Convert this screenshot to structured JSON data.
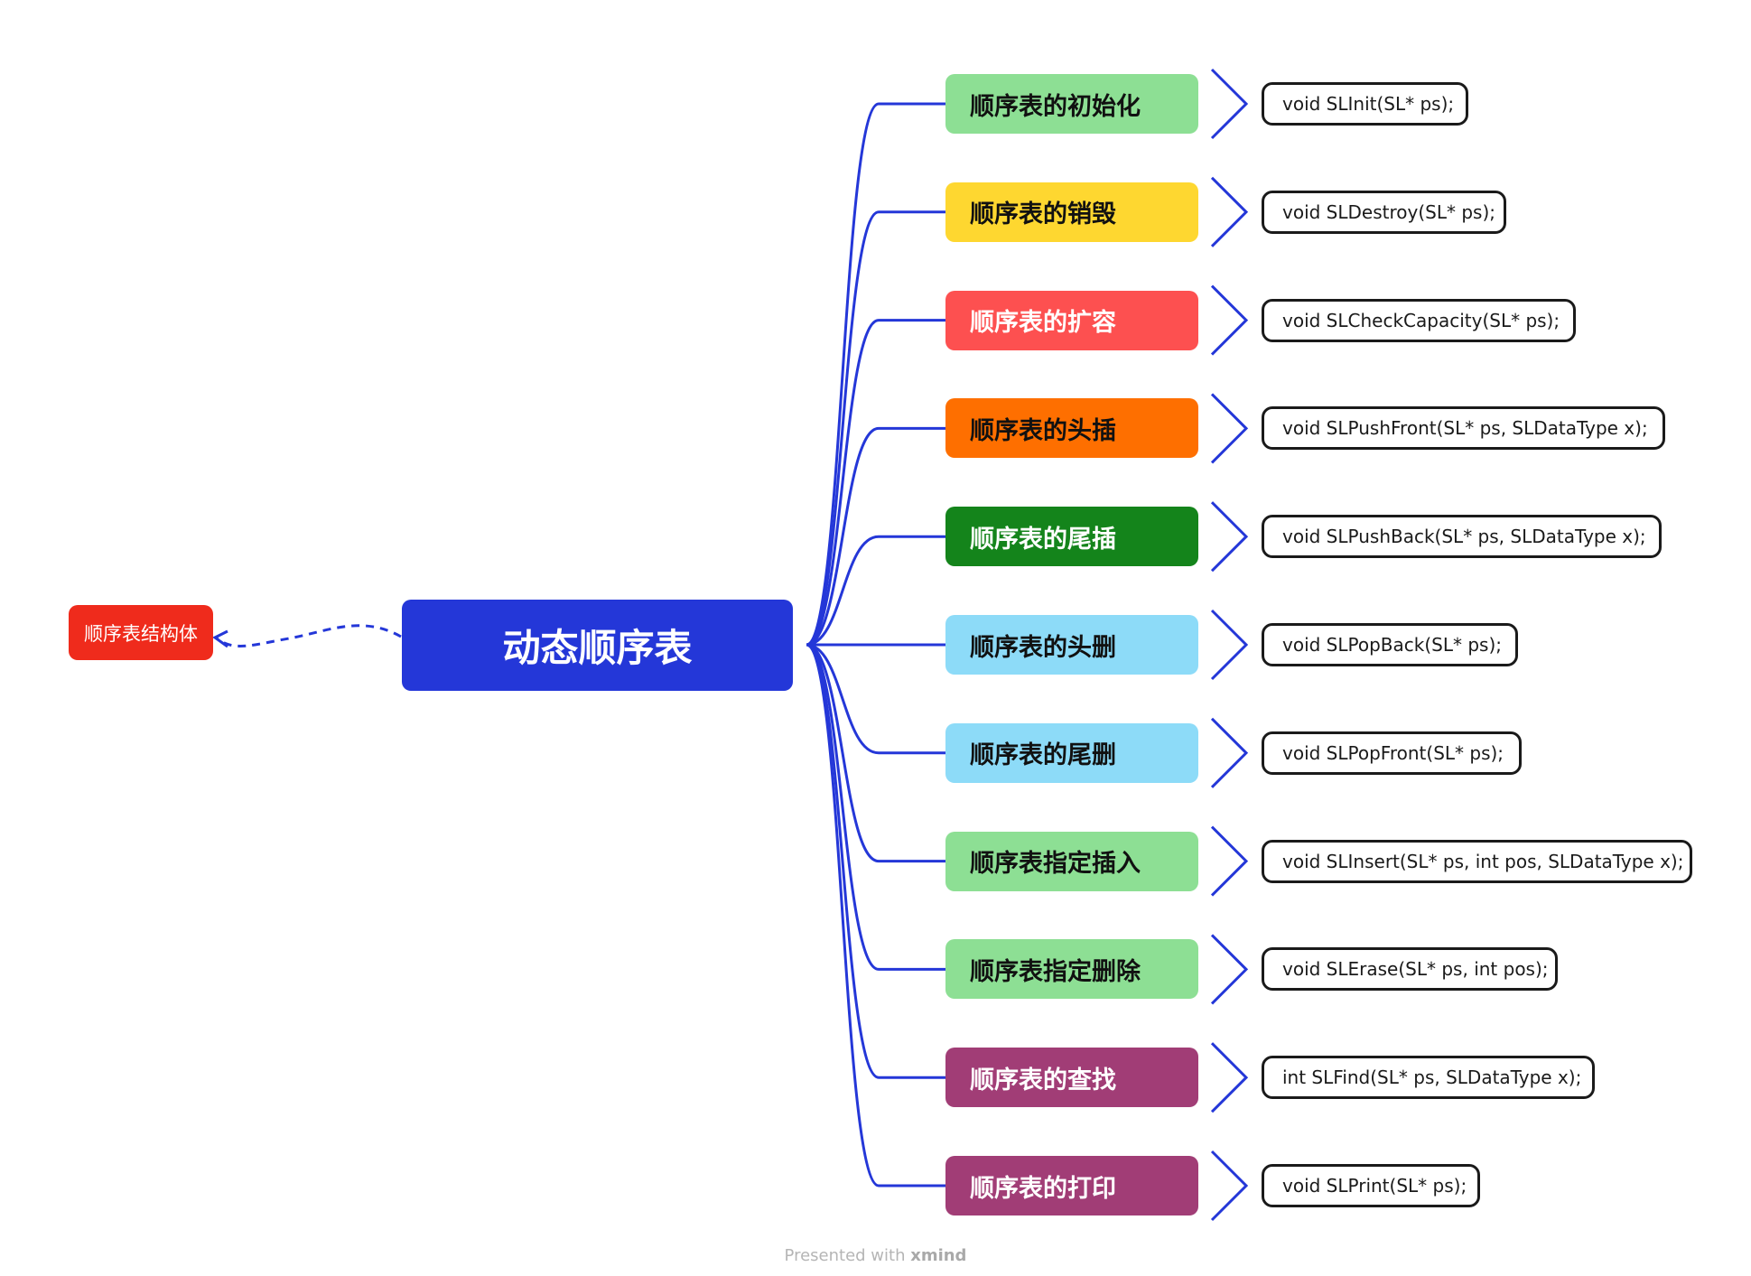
{
  "central": {
    "label": "动态顺序表",
    "color": "#2437d8"
  },
  "side_node": {
    "label": "顺序表结构体",
    "color": "#ef2b1c"
  },
  "connector_color": "#2437d8",
  "topics": [
    {
      "label": "顺序表的初始化",
      "color": "#8ddf94",
      "text_color": "#111111",
      "signature": "void SLInit(SL* ps);"
    },
    {
      "label": "顺序表的销毁",
      "color": "#fed730",
      "text_color": "#111111",
      "signature": "void SLDestroy(SL* ps);"
    },
    {
      "label": "顺序表的扩容",
      "color": "#fd5050",
      "text_color": "#ffffff",
      "signature": "void SLCheckCapacity(SL* ps);"
    },
    {
      "label": "顺序表的头插",
      "color": "#fe6f00",
      "text_color": "#111111",
      "signature": "void SLPushFront(SL* ps, SLDataType x);"
    },
    {
      "label": "顺序表的尾插",
      "color": "#14841b",
      "text_color": "#ffffff",
      "signature": "void SLPushBack(SL* ps, SLDataType x);"
    },
    {
      "label": "顺序表的头删",
      "color": "#8ddbf8",
      "text_color": "#111111",
      "signature": "void SLPopBack(SL* ps);"
    },
    {
      "label": "顺序表的尾删",
      "color": "#8ddbf8",
      "text_color": "#111111",
      "signature": "void SLPopFront(SL* ps);"
    },
    {
      "label": "顺序表指定插入",
      "color": "#8ddf94",
      "text_color": "#111111",
      "signature": "void SLInsert(SL* ps, int pos, SLDataType x);"
    },
    {
      "label": "顺序表指定删除",
      "color": "#8ddf94",
      "text_color": "#111111",
      "signature": "void SLErase(SL* ps, int pos);"
    },
    {
      "label": "顺序表的查找",
      "color": "#a13d76",
      "text_color": "#ffffff",
      "signature": "int SLFind(SL* ps, SLDataType x);"
    },
    {
      "label": "顺序表的打印",
      "color": "#a13d76",
      "text_color": "#ffffff",
      "signature": "void SLPrint(SL* ps);"
    }
  ],
  "footer": {
    "prefix": "Presented with ",
    "brand": "xmind"
  }
}
